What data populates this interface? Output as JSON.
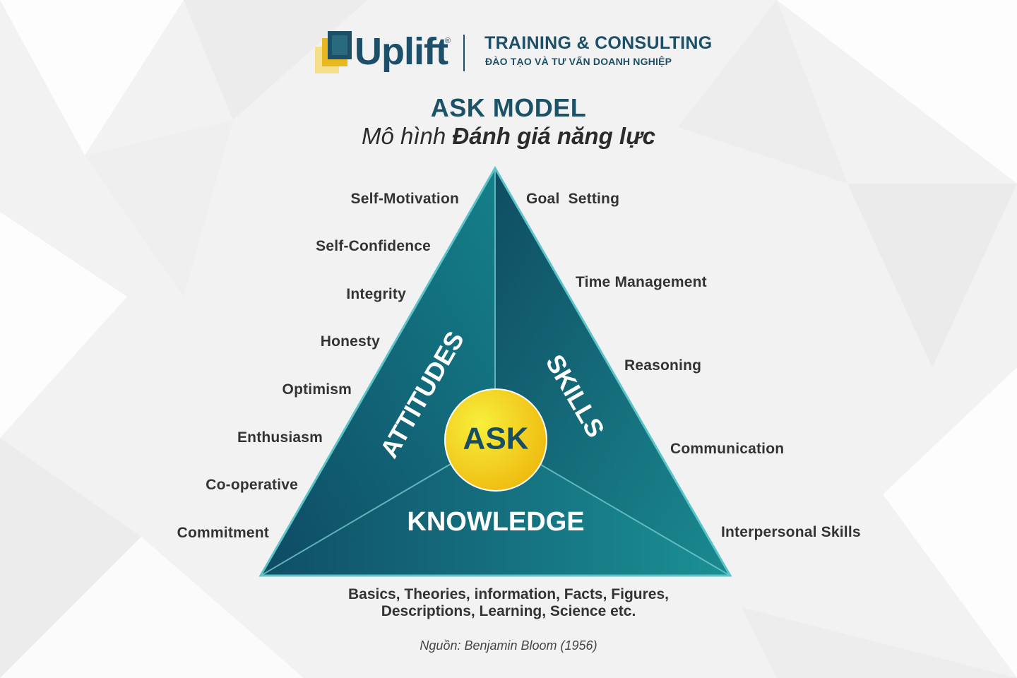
{
  "brand": {
    "name": "Uplift",
    "registered": "®",
    "tagline": "TRAINING & CONSULTING",
    "tagline_sub": "ĐÀO TẠO VÀ TƯ VẤN DOANH NGHIỆP"
  },
  "title": "ASK MODEL",
  "subtitle": {
    "prefix": "Mô hình ",
    "emphasis": "Đánh giá năng lực"
  },
  "diagram": {
    "center": "ASK",
    "sections": {
      "attitudes": "ATTITUDES",
      "skills": "SKILLS",
      "knowledge": "KNOWLEDGE"
    },
    "attitudes_items": [
      "Self-Motivation",
      "Self-Confidence",
      "Integrity",
      "Honesty",
      "Optimism",
      "Enthusiasm",
      "Co-operative",
      "Commitment"
    ],
    "skills_items": [
      "Goal  Setting",
      "Time Management",
      "Reasoning",
      "Communication",
      "Interpersonal Skills"
    ],
    "knowledge_desc": {
      "line1": "Basics, Theories, information, Facts, Figures,",
      "line2": "Descriptions, Learning, Science etc."
    }
  },
  "source": "Nguồn: Benjamin Bloom (1956)",
  "colors": {
    "brand": "#1d4f68",
    "teal_dark": "#0f4f62",
    "teal_light": "#1a8c92",
    "gold": "#f2c40f",
    "gold_light": "#f7ec3a"
  }
}
